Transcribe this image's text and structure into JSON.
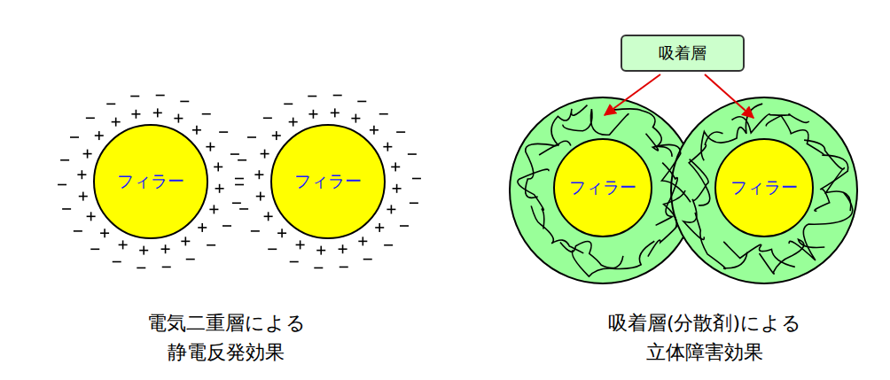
{
  "diagram": {
    "nodes": [
      {
        "text": [
          "フィラー"
        ]
      },
      {
        "text": [
          "フィラー"
        ]
      },
      {
        "text": [
          "吸着層"
        ]
      },
      {
        "text": [
          "フィラー"
        ]
      },
      {
        "text": [
          "フィラー"
        ]
      }
    ],
    "labels": [
      "電気二重層による 静電反発効果",
      "吸着層(分散剤)による 立体障害効果"
    ]
  }
}
